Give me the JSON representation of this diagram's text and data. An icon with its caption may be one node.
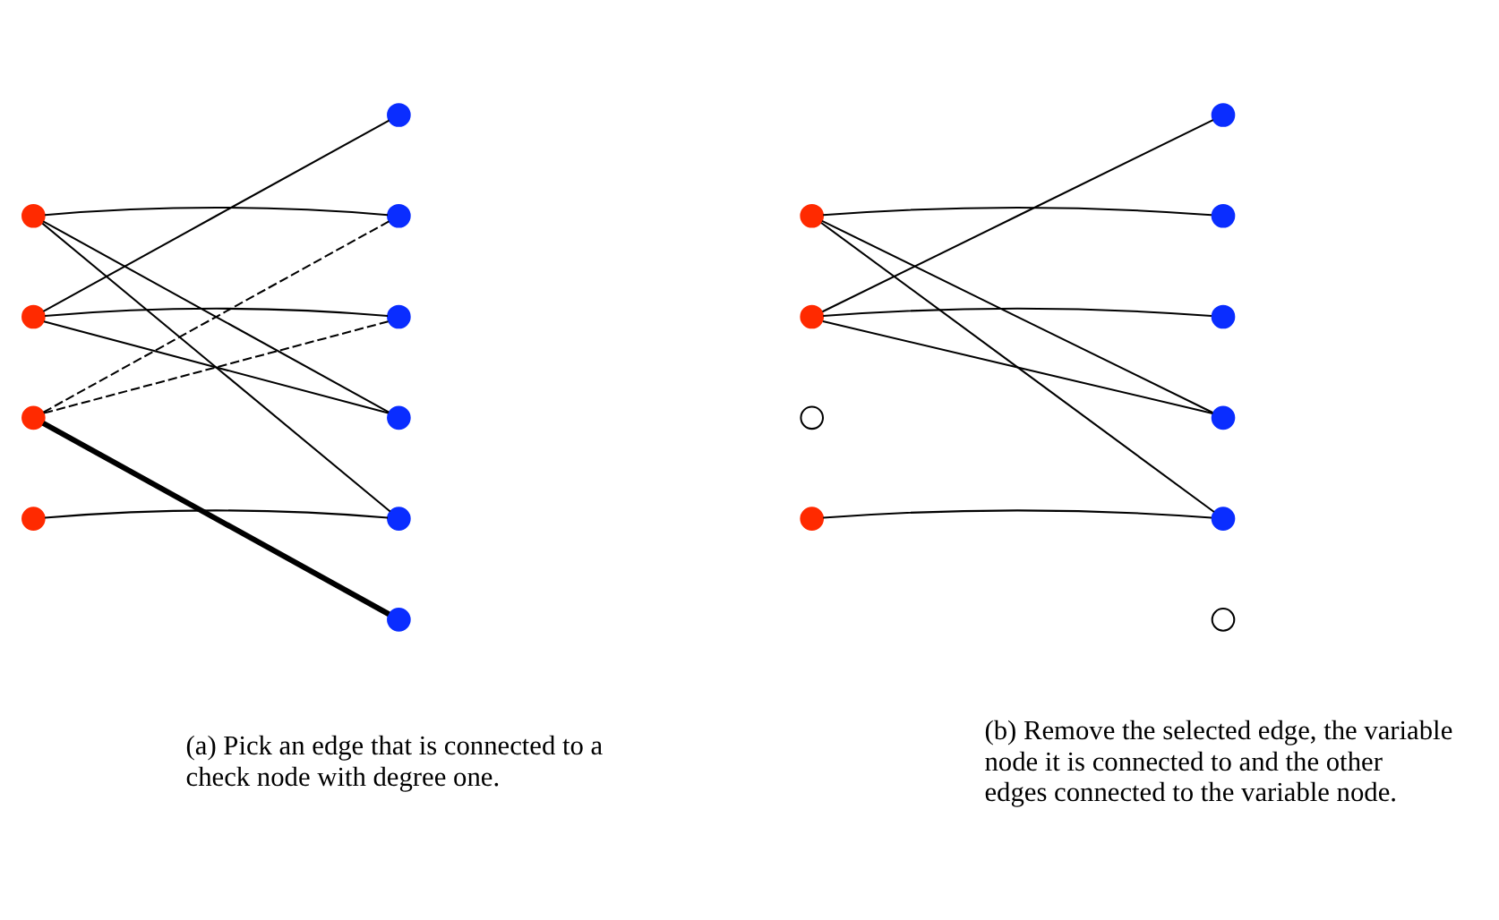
{
  "diagram": {
    "nodes": [
      {
        "text": [],
        "shape": "circle"
      },
      {
        "text": [],
        "shape": "circle"
      },
      {
        "text": [],
        "shape": "circle"
      },
      {
        "text": [],
        "shape": "circle"
      },
      {
        "text": [],
        "shape": "circle"
      },
      {
        "text": [],
        "shape": "circle"
      },
      {
        "text": [],
        "shape": "circle"
      },
      {
        "text": [],
        "shape": "circle"
      },
      {
        "text": [],
        "shape": "circle"
      },
      {
        "text": [],
        "shape": "circle"
      },
      {
        "text": [],
        "shape": "circle"
      },
      {
        "text": [],
        "shape": "circle"
      },
      {
        "text": [],
        "shape": "circle"
      },
      {
        "text": [],
        "shape": "circle"
      },
      {
        "text": [],
        "shape": "circle"
      },
      {
        "text": [],
        "shape": "circle"
      },
      {
        "text": [],
        "shape": "circle"
      },
      {
        "text": [],
        "shape": "circle"
      },
      {
        "text": [],
        "shape": "circle"
      },
      {
        "text": [],
        "shape": "circle"
      }
    ],
    "edges": [
      {
        "from": 0,
        "to": 5,
        "arrow": "none"
      },
      {
        "from": 0,
        "to": 7,
        "arrow": "none"
      },
      {
        "from": 0,
        "to": 8,
        "arrow": "none"
      },
      {
        "from": 1,
        "to": 4,
        "arrow": "none"
      },
      {
        "from": 1,
        "to": 6,
        "arrow": "none"
      },
      {
        "from": 1,
        "to": 7,
        "arrow": "none"
      },
      {
        "from": 2,
        "to": 5,
        "arrow": "none",
        "style": "dashed"
      },
      {
        "from": 2,
        "to": 6,
        "arrow": "none",
        "style": "dashed"
      },
      {
        "from": 2,
        "to": 9,
        "arrow": "none",
        "style": "thick"
      },
      {
        "from": 3,
        "to": 8,
        "arrow": "none"
      },
      {
        "from": 10,
        "to": 15,
        "arrow": "none"
      },
      {
        "from": 10,
        "to": 17,
        "arrow": "none"
      },
      {
        "from": 10,
        "to": 18,
        "arrow": "none"
      },
      {
        "from": 11,
        "to": 14,
        "arrow": "none"
      },
      {
        "from": 11,
        "to": 16,
        "arrow": "none"
      },
      {
        "from": 11,
        "to": 17,
        "arrow": "none"
      },
      {
        "from": 13,
        "to": 18,
        "arrow": "none"
      }
    ],
    "labels": [
      "(a) Pick an edge that is connected to a check node with degree one.",
      "(b) Remove the selected edge, the variable node it is connected to and the other edges connected to the variable node."
    ]
  }
}
